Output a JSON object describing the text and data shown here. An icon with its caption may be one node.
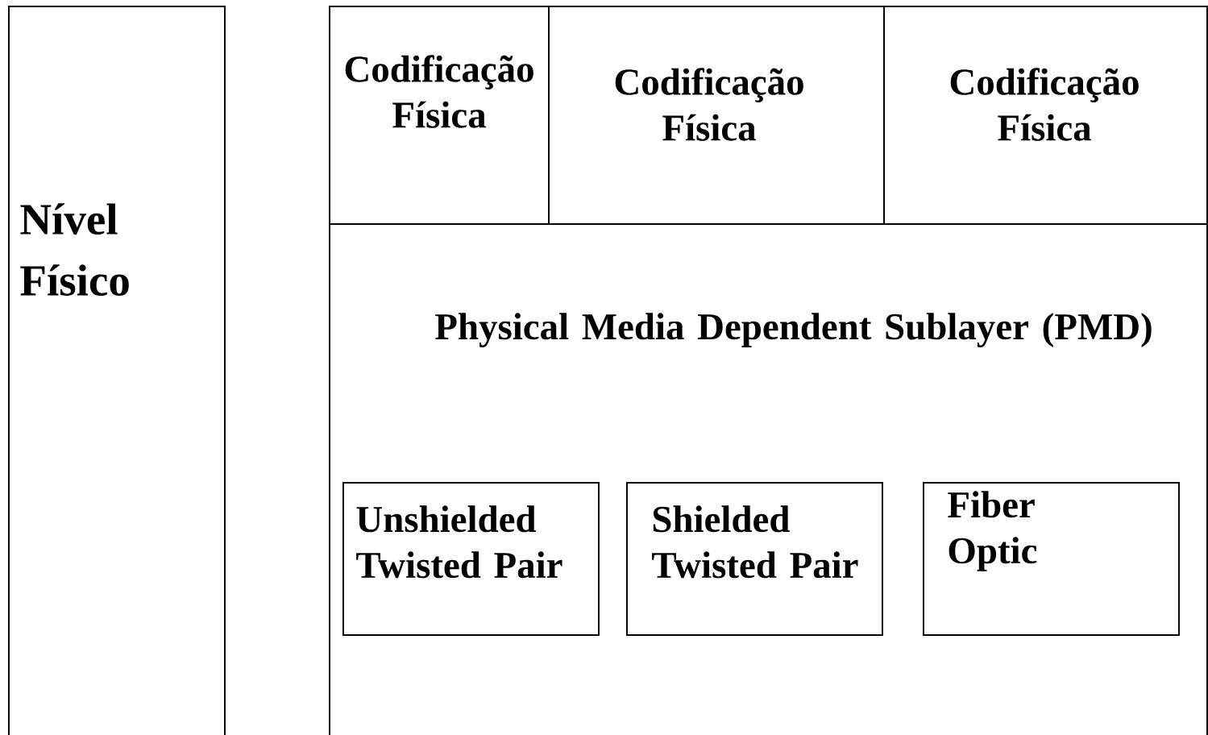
{
  "diagram": {
    "nodes": [
      {
        "text": [
          "Nível Físico"
        ]
      },
      {
        "text": [
          "Codificação Física"
        ]
      },
      {
        "text": [
          "Codificação Física"
        ]
      },
      {
        "text": [
          "Codificação Física"
        ]
      },
      {
        "text": [
          "Physical Media Dependent Sublayer (PMD)"
        ]
      },
      {
        "text": [
          "Unshielded Twisted Pair"
        ],
        "in": 4
      },
      {
        "text": [
          "Shielded Twisted Pair"
        ],
        "in": 4
      },
      {
        "text": [
          "Fiber Optic"
        ],
        "in": 4
      }
    ]
  }
}
